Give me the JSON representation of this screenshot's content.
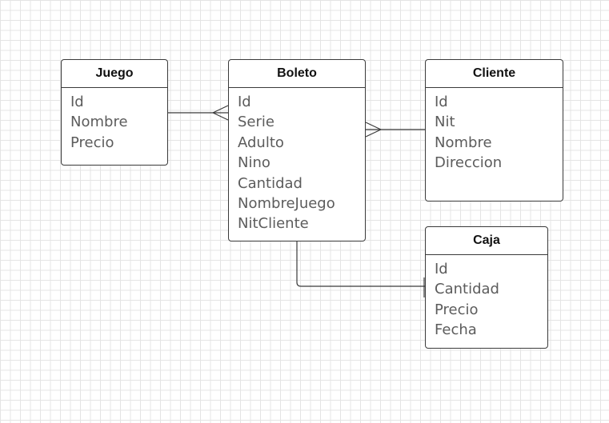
{
  "entities": {
    "juego": {
      "title": "Juego",
      "fields": [
        "Id",
        "Nombre",
        "Precio"
      ]
    },
    "boleto": {
      "title": "Boleto",
      "fields": [
        "Id",
        "Serie",
        "Adulto",
        "Nino",
        "Cantidad",
        "NombreJuego",
        "NitCliente"
      ]
    },
    "cliente": {
      "title": "Cliente",
      "fields": [
        "Id",
        "Nit",
        "Nombre",
        "Direccion"
      ]
    },
    "caja": {
      "title": "Caja",
      "fields": [
        "Id",
        "Cantidad",
        "Precio",
        "Fecha"
      ]
    }
  },
  "relationships": [
    {
      "from": "juego",
      "to": "boleto",
      "from_end": "one",
      "to_end": "many"
    },
    {
      "from": "cliente",
      "to": "boleto",
      "from_end": "one",
      "to_end": "many"
    },
    {
      "from": "boleto",
      "to": "caja",
      "from_end": "one",
      "to_end": "one"
    }
  ],
  "colors": {
    "border": "#3a3a3a",
    "field_text": "#5c5c5c",
    "title_text": "#111111",
    "grid": "#e4e4e4"
  }
}
